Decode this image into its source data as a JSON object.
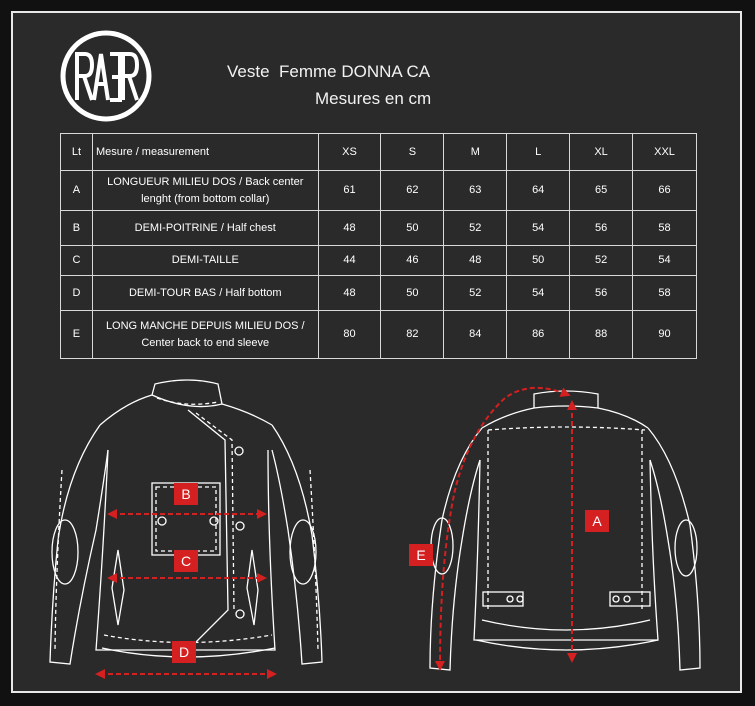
{
  "brand": {
    "logo_text": "RAER",
    "logo_name": "raer-circle-logo"
  },
  "title": {
    "line1": "Veste  Femme DONNA CA",
    "line2": "Mesures en cm"
  },
  "table": {
    "header": {
      "letter": "Lt",
      "measure": "Mesure / measurement",
      "sizes": [
        "XS",
        "S",
        "M",
        "L",
        "XL",
        "XXL"
      ]
    },
    "rows": [
      {
        "letter": "A",
        "label_line1": "LONGUEUR MILIEU DOS / Back center",
        "label_line2": "lenght (from bottom collar)",
        "values": [
          "61",
          "62",
          "63",
          "64",
          "65",
          "66"
        ]
      },
      {
        "letter": "B",
        "label_line1": "DEMI-POITRINE / Half chest",
        "label_line2": "",
        "values": [
          "48",
          "50",
          "52",
          "54",
          "56",
          "58"
        ]
      },
      {
        "letter": "C",
        "label_line1": "DEMI-TAILLE",
        "label_line2": "",
        "values": [
          "44",
          "46",
          "48",
          "50",
          "52",
          "54"
        ]
      },
      {
        "letter": "D",
        "label_line1": "DEMI-TOUR BAS / Half bottom",
        "label_line2": "",
        "values": [
          "48",
          "50",
          "52",
          "54",
          "56",
          "58"
        ]
      },
      {
        "letter": "E",
        "label_line1": "LONG MANCHE DEPUIS MILIEU DOS  /",
        "label_line2": "Center back to end sleeve",
        "values": [
          "80",
          "82",
          "84",
          "86",
          "88",
          "90"
        ]
      }
    ]
  },
  "diagram": {
    "marker_color": "#d42020",
    "front_markers": [
      "B",
      "C",
      "D"
    ],
    "back_markers": [
      "A",
      "E"
    ]
  }
}
